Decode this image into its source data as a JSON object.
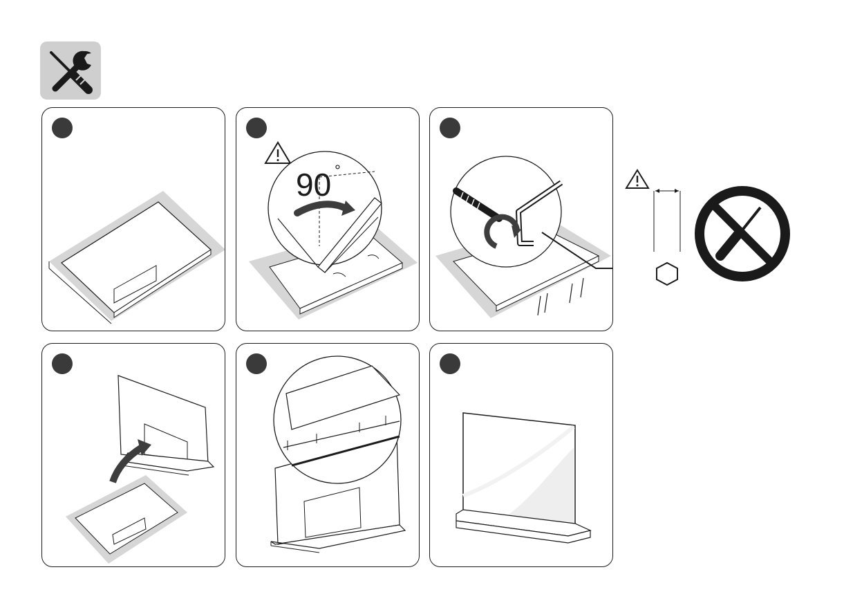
{
  "header": {
    "icon": "tools-icon"
  },
  "steps": [
    {
      "icon": "step-1-dot"
    },
    {
      "icon": "step-2-dot",
      "angle_label": "90",
      "degree_symbol": "°",
      "warning_icon": "warning-icon"
    },
    {
      "icon": "step-3-dot"
    },
    {
      "icon": "step-4-dot"
    },
    {
      "icon": "step-5-dot"
    },
    {
      "icon": "step-6-dot"
    }
  ],
  "side_panel": {
    "warning_icon": "warning-icon",
    "hex_key_icon": "hex-key-icon",
    "no_screwdriver_icon": "no-screwdriver-icon"
  },
  "colors": {
    "line": "#1a1a1a",
    "shade": "#cfcfcf",
    "dot": "#3a3a3a",
    "arrow": "#3d3d3d"
  }
}
